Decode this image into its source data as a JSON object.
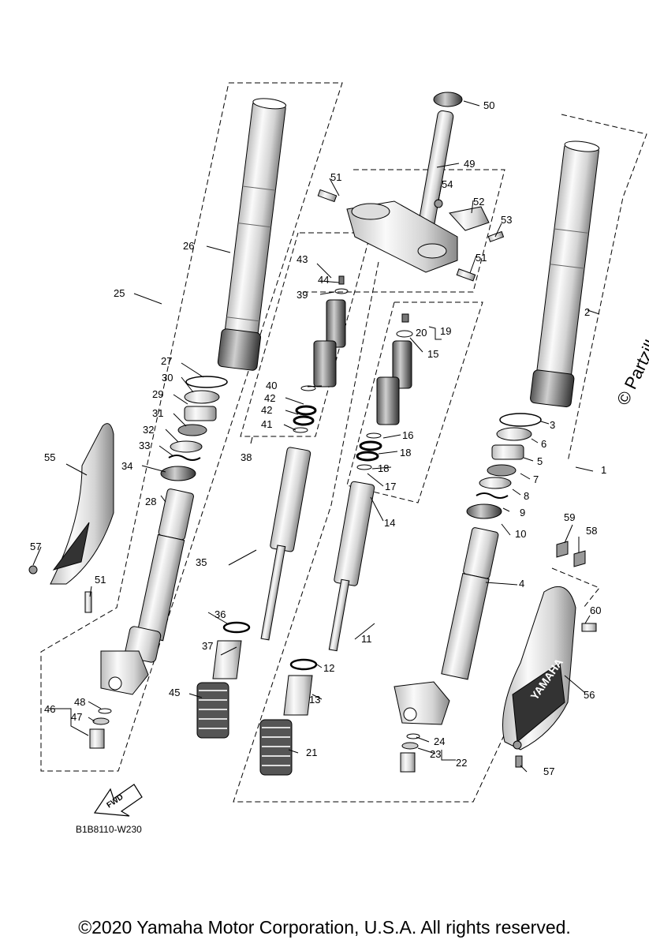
{
  "diagram_code": "B1B8110-W230",
  "watermark": "© Partzilla",
  "copyright": "©2020 Yamaha Motor Corporation, U.S.A. All rights reserved.",
  "fwd_label": "FWD",
  "brand_mark": "YAMAHA",
  "callouts": {
    "c1": "1",
    "c2": "2",
    "c3": "3",
    "c4": "4",
    "c5": "5",
    "c6": "6",
    "c7": "7",
    "c8": "8",
    "c9": "9",
    "c10": "10",
    "c11": "11",
    "c12": "12",
    "c13": "13",
    "c14": "14",
    "c15": "15",
    "c16": "16",
    "c17": "17",
    "c18a": "18",
    "c18b": "18",
    "c19": "19",
    "c20": "20",
    "c21": "21",
    "c22": "22",
    "c23": "23",
    "c24": "24",
    "c25": "25",
    "c26": "26",
    "c27": "27",
    "c28": "28",
    "c29": "29",
    "c30": "30",
    "c31": "31",
    "c32": "32",
    "c33": "33",
    "c34": "34",
    "c35": "35",
    "c36": "36",
    "c37": "37",
    "c38": "38",
    "c39": "39",
    "c40": "40",
    "c41": "41",
    "c42a": "42",
    "c42b": "42",
    "c43": "43",
    "c44": "44",
    "c45": "45",
    "c46": "46",
    "c47": "47",
    "c48": "48",
    "c49": "49",
    "c50": "50",
    "c51a": "51",
    "c51b": "51",
    "c51c": "51",
    "c52": "52",
    "c53": "53",
    "c54": "54",
    "c55": "55",
    "c56": "56",
    "c57a": "57",
    "c57b": "57",
    "c58": "58",
    "c59": "59",
    "c60": "60"
  }
}
